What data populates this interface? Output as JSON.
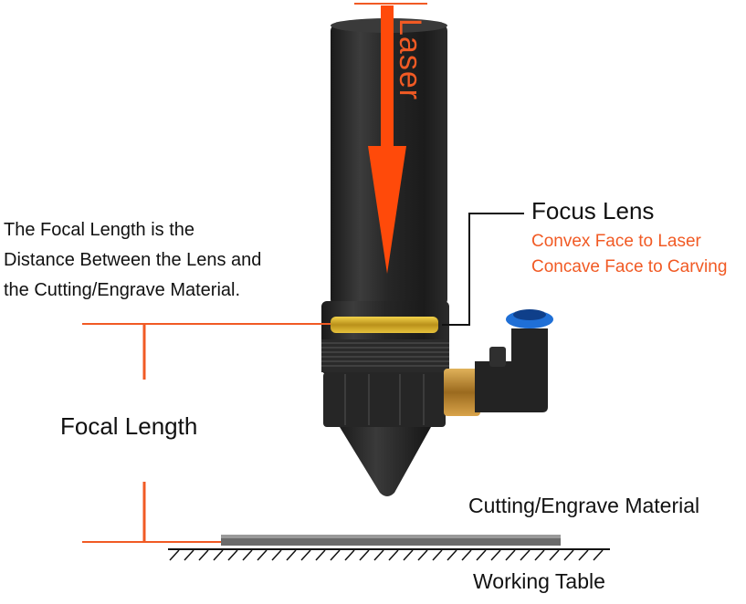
{
  "laser_label": "Laser",
  "description_lines": [
    "The Focal Length is the",
    "Distance Between the Lens and",
    "the Cutting/Engrave Material."
  ],
  "focus_lens": {
    "title": "Focus Lens",
    "line1": "Convex Face to Laser",
    "line2": "Concave Face to Carving"
  },
  "focal_length_label": "Focal Length",
  "material_label": "Cutting/Engrave Material",
  "table_label": "Working Table",
  "colors": {
    "accent": "#f15a24",
    "tube": "#2b2b2b",
    "lens_ring": "#d7b21e",
    "nozzle_blue": "#1f6fd6",
    "brass": "#b8862c"
  }
}
